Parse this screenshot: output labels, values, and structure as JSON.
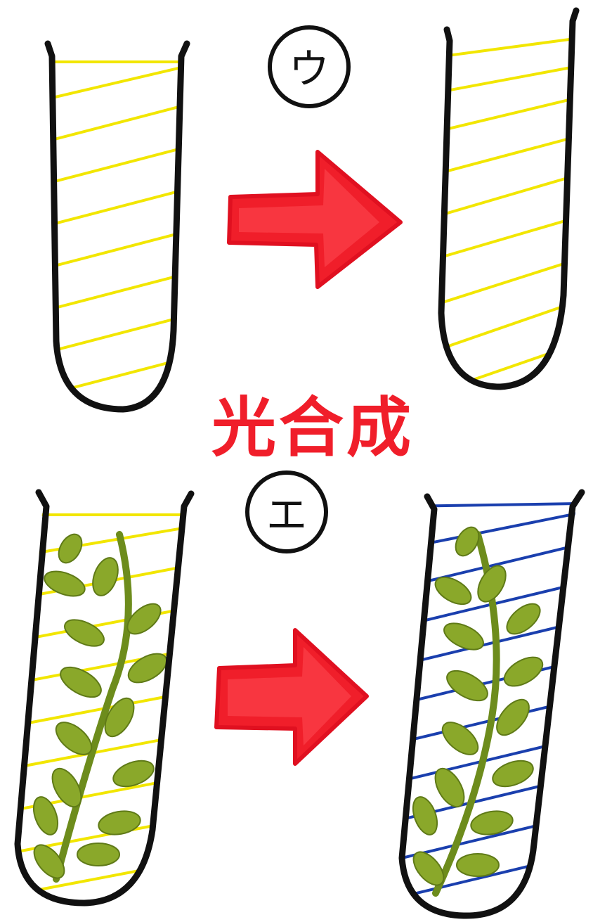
{
  "labels": {
    "top": "ウ",
    "middle": "光合成",
    "bottom": "エ"
  },
  "colors": {
    "outline": "#111111",
    "yellow_solution": "#f2e600",
    "blue_solution": "#1a3fae",
    "arrow": "#f01e2a",
    "plant": "#8aa82a",
    "plant_dark": "#5f7a17",
    "label_text": "#f01e2a"
  },
  "icons": {
    "arrow_top": "right-arrow-icon",
    "arrow_bottom": "right-arrow-icon",
    "plant": "waterweed-icon"
  }
}
